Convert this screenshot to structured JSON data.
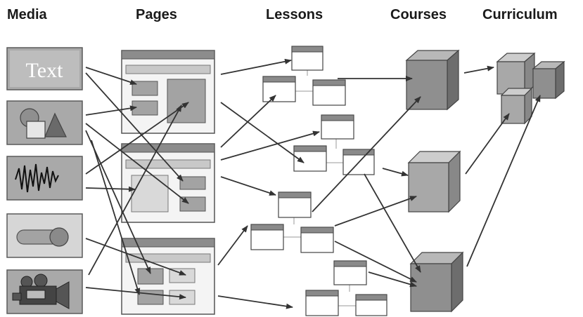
{
  "headers": {
    "media": "Media",
    "pages": "Pages",
    "lessons": "Lessons",
    "courses": "Courses",
    "curriculum": "Curriculum"
  },
  "media_items": [
    {
      "kind": "text",
      "label": "Text"
    },
    {
      "kind": "shapes-graphic"
    },
    {
      "kind": "audio-waveform"
    },
    {
      "kind": "animation-bar"
    },
    {
      "kind": "video-camera"
    }
  ],
  "pages": 3,
  "lessons": 4,
  "courses": 3,
  "curriculum_cubes": 3,
  "colors": {
    "tile": "#a9a9a9",
    "arrow": "#333333",
    "cube_front": "#8f8f8f",
    "cube_side": "#6d6d6d"
  }
}
